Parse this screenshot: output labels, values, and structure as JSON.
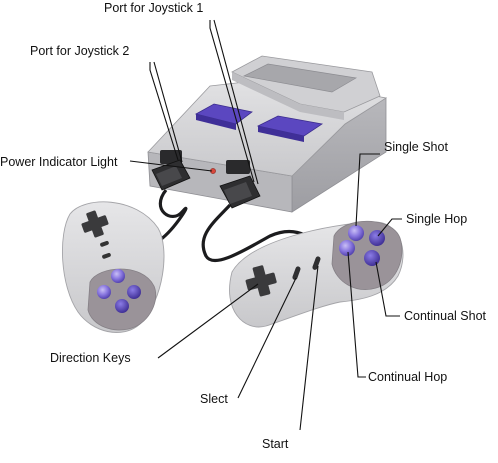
{
  "labels": {
    "port_joystick_1": "Port for Joystick 1",
    "port_joystick_2": "Port for Joystick 2",
    "power_indicator": "Power Indicator Light",
    "single_shot": "Single Shot",
    "single_hop": "Single Hop",
    "continual_shot": "Continual Shot",
    "continual_hop": "Continual Hop",
    "direction_keys": "Direction Keys",
    "select": "Slect",
    "start": "Start"
  },
  "colors": {
    "console_top": "#d6d6d8",
    "console_side": "#a9a9ad",
    "purple_button": "#6a55c8",
    "controller_body": "#d9d9db",
    "face_plate": "#9a9399",
    "dpad": "#3a3a3c",
    "leader_line": "#111111"
  }
}
